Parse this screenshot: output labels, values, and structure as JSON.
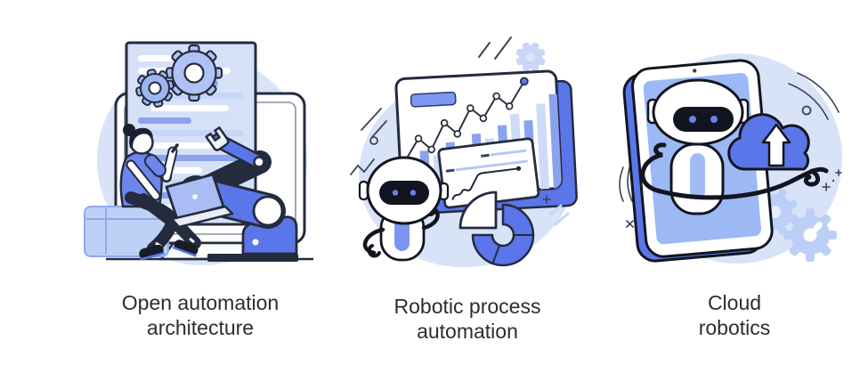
{
  "page": {
    "background": "#ffffff"
  },
  "palette": {
    "blob": "#d9e3f8",
    "light_blue": "#c7d6f7",
    "periwinkle": "#8aa3ee",
    "pale_gear": "#aec3f3",
    "mid_blue": "#5a76e9",
    "shirt_blue": "#6d86ec",
    "outline": "#242b3d",
    "ink": "#12151f",
    "text": "#2d2d2d"
  },
  "figures": [
    {
      "name": "open-automation-architecture",
      "icon": "woman-laptop-robotic-arm-illustration",
      "caption_line1": "Open automation",
      "caption_line2": "architecture"
    },
    {
      "name": "robotic-process-automation",
      "icon": "robot-analytics-dashboard-illustration",
      "caption_line1": "Robotic process",
      "caption_line2": "automation"
    },
    {
      "name": "cloud-robotics",
      "icon": "robot-smartphone-cloud-upload-illustration",
      "caption_line1": "Cloud",
      "caption_line2": "robotics"
    }
  ]
}
